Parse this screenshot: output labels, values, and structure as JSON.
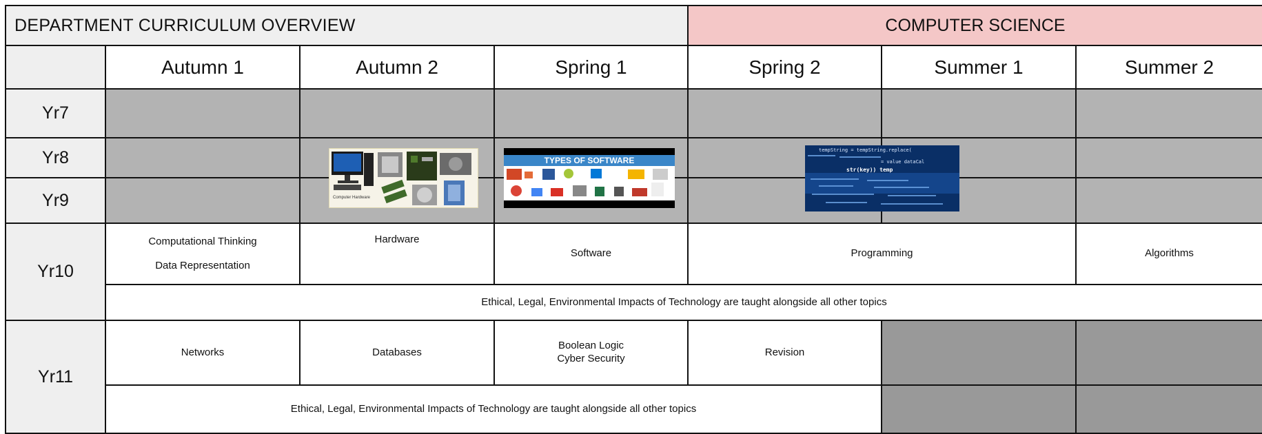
{
  "header": {
    "title": "DEPARTMENT CURRICULUM OVERVIEW",
    "subject": "COMPUTER SCIENCE"
  },
  "terms": [
    "Autumn 1",
    "Autumn 2",
    "Spring 1",
    "Spring 2",
    "Summer 1",
    "Summer 2"
  ],
  "years": [
    "Yr7",
    "Yr8",
    "Yr9",
    "Yr10",
    "Yr11"
  ],
  "images": {
    "hardware": {
      "caption": "Computer Hardware"
    },
    "software": {
      "banner": "TYPES OF SOFTWARE"
    },
    "programming": {
      "line1": "tempString = tempString.replace(",
      "line2": "str(key)) temp",
      "line3": "= value dataCal"
    }
  },
  "yr10": {
    "autumn1_line1": "Computational Thinking",
    "autumn1_line2": "Data Representation",
    "autumn2": "Hardware",
    "spring1": "Software",
    "spring2_summer1": "Programming",
    "summer2": "Algorithms",
    "note": "Ethical, Legal, Environmental Impacts of Technology are taught alongside all other topics"
  },
  "yr11": {
    "autumn1": "Networks",
    "autumn2": "Databases",
    "spring1_line1": "Boolean Logic",
    "spring1_line2": "Cyber Security",
    "spring2": "Revision",
    "note": "Ethical, Legal, Environmental Impacts of Technology are taught alongside all other topics"
  },
  "colors": {
    "header_grey": "#efefef",
    "subject_pink": "#f4c7c7",
    "empty_grey": "#b3b3b3",
    "unused_dark_grey": "#999999"
  }
}
